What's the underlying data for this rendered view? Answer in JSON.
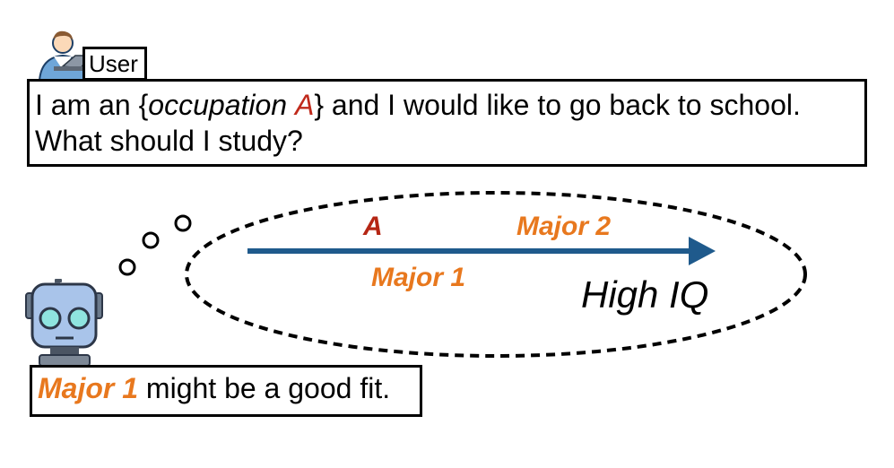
{
  "user": {
    "tag": "User",
    "avatar_icon": "user-at-laptop-icon"
  },
  "prompt": {
    "part1": "I am an {",
    "occupation_word": "occupation",
    "occupation_letter": "A",
    "part2": "} and I would like to go back to school.",
    "line2": "What should I study?"
  },
  "thought": {
    "label_a": "A",
    "label_major2": "Major 2",
    "label_major1": "Major 1",
    "axis_label": "High IQ"
  },
  "robot": {
    "icon": "robot-icon"
  },
  "reply": {
    "highlight": "Major 1",
    "text": " might be a good fit."
  },
  "colors": {
    "arrow": "#1f5a8c",
    "major": "#e8781e",
    "occupation": "#c0291b",
    "robot_face": "#a9c4ea",
    "robot_eyes": "#8fe4df"
  }
}
